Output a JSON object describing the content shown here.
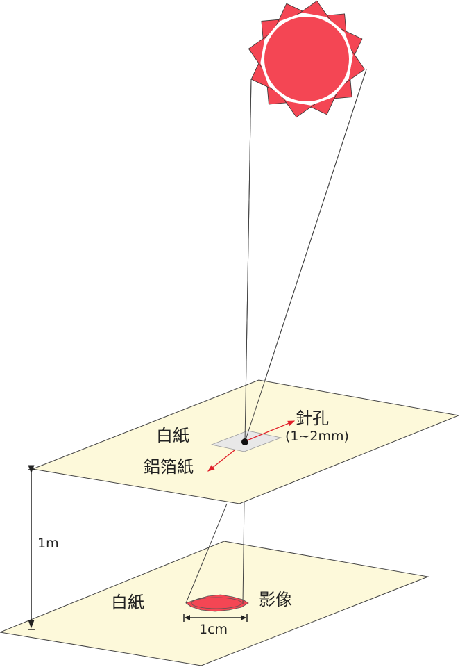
{
  "labels": {
    "top_paper": "白紙",
    "foil": "鋁箔紙",
    "pinhole": "針孔",
    "pinhole_size": "(1~2mm)",
    "distance": "1m",
    "bottom_paper": "白紙",
    "image": "影像",
    "image_size": "1cm"
  },
  "colors": {
    "sun": "#f44654",
    "paper": "#fdf9da",
    "foil": "#e8e8e8",
    "arrow": "#e0202a",
    "line": "#333333"
  }
}
